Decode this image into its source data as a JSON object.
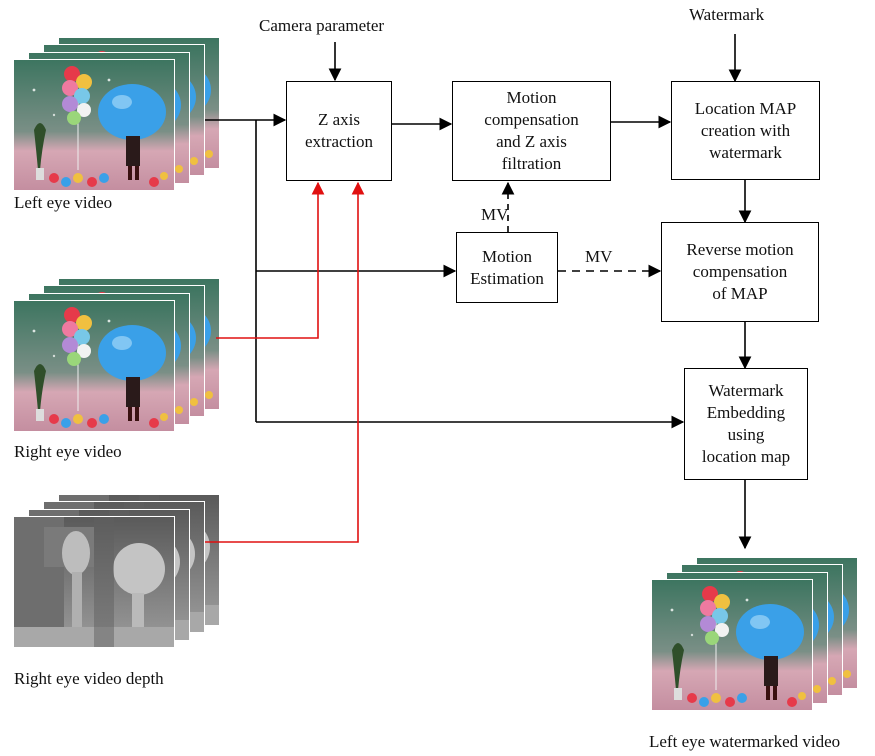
{
  "inputs": {
    "left_eye_video": "Left eye video",
    "right_eye_video": "Right eye video",
    "right_eye_depth": "Right eye video depth",
    "camera_parameter": "Camera parameter",
    "watermark": "Watermark"
  },
  "boxes": {
    "z_axis": "Z axis\nextraction",
    "motion_comp": "Motion\ncompensation\nand Z axis\nfiltration",
    "location_map": "Location MAP\ncreation with\nwatermark",
    "motion_est": "Motion\nEstimation",
    "reverse_mc": "Reverse motion\ncompensation\nof MAP",
    "embedding": "Watermark\nEmbedding\nusing\nlocation map"
  },
  "edge_labels": {
    "mv_vertical": "MV",
    "mv_horizontal": "MV"
  },
  "output": {
    "label": "Left eye watermarked video"
  },
  "colors": {
    "line": "#000000",
    "depth_link": "#e01010",
    "sky": "#3a6f58",
    "floor": "#c89aa8",
    "balloon_blue": "#3aa0e8",
    "depth_gray": "#8a8a8a"
  }
}
